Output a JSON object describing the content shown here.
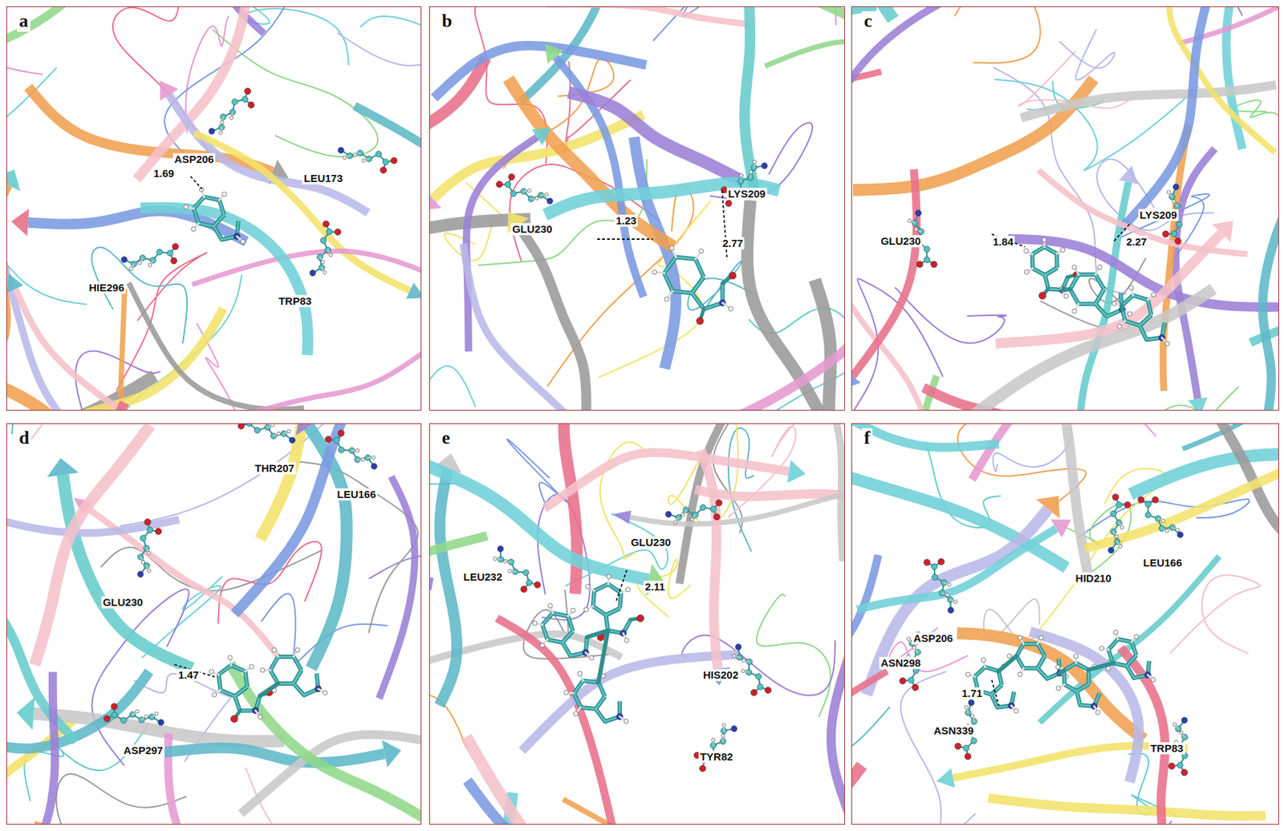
{
  "diagram": {
    "nodes": [
      {
        "text": [
          "a"
        ]
      },
      {
        "text": [
          "b"
        ]
      },
      {
        "text": [
          "c"
        ]
      },
      {
        "text": [
          "d"
        ]
      },
      {
        "text": [
          "e"
        ]
      },
      {
        "text": [
          "f"
        ]
      }
    ],
    "labels": [
      "ASP206",
      "1.69",
      "LEU173",
      "HIE296",
      "TRP83",
      "GLU230",
      "1.23",
      "LYS209",
      "2.77",
      "GLU230",
      "1.84",
      "LYS209",
      "2.27",
      "THR207",
      "LEU166",
      "GLU230",
      "1.47",
      "ASP297",
      "LEU232",
      "GLU230",
      "2.11",
      "HIS202",
      "TYR82",
      "ASP206",
      "HID210",
      "LEU166",
      "1.71",
      "ASN298",
      "ASN339",
      "TRP83"
    ]
  }
}
